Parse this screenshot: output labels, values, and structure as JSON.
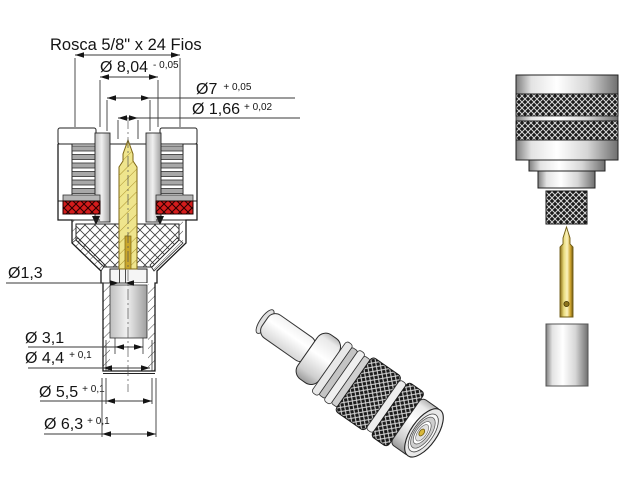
{
  "drawing": {
    "kind": "connector-technical-drawing",
    "language": "pt-BR",
    "dims": {
      "rosca": {
        "label": "Rosca 5/8\" x 24 Fios"
      },
      "d804": {
        "label": "Ø 8,04",
        "tol": "- 0,05"
      },
      "d7": {
        "label": "Ø7",
        "tol": "+ 0,05"
      },
      "d166": {
        "label": "Ø 1,66",
        "tol": "+ 0,02"
      },
      "d13": {
        "label": "Ø1,3"
      },
      "d31": {
        "label": "Ø 3,1"
      },
      "d44": {
        "label": "Ø 4,4",
        "tol": "+ 0,1"
      },
      "d55": {
        "label": "Ø 5,5",
        "tol": "+ 0,1"
      },
      "d63": {
        "label": "Ø 6,3",
        "tol": "+ 0,1"
      }
    },
    "colors": {
      "line": "#1d1d1d",
      "seal_red": "#d41c1c",
      "pin_gold": "#efe58d",
      "pin_gold_dark": "#c9a62d",
      "metal_light": "#ffffff",
      "metal_dark": "#7e7e7e",
      "knurl_dark": "#1a1a1a"
    }
  }
}
